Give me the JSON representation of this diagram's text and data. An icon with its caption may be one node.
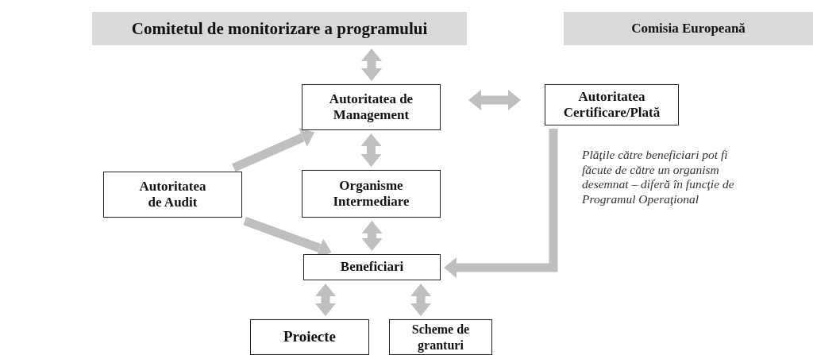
{
  "diagram": {
    "nodes": [
      {
        "text": [
          "Comitetul de monitorizare a programului"
        ]
      },
      {
        "text": [
          "Comisia Europeană"
        ]
      },
      {
        "text": [
          "Autoritatea de Management"
        ]
      },
      {
        "text": [
          "Autoritatea Certificare/Plată"
        ]
      },
      {
        "text": [
          "Autoritatea de Audit"
        ]
      },
      {
        "text": [
          "Organisme Intermediare"
        ]
      },
      {
        "text": [
          "Beneficiari"
        ]
      },
      {
        "text": [
          "Proiecte"
        ]
      },
      {
        "text": [
          "Scheme de granturi"
        ]
      }
    ],
    "edges": [
      {
        "from": 0,
        "to": 2,
        "arrow": "both"
      },
      {
        "from": 2,
        "to": 3,
        "arrow": "both"
      },
      {
        "from": 4,
        "to": 2,
        "arrow": "to"
      },
      {
        "from": 2,
        "to": 5,
        "arrow": "both"
      },
      {
        "from": 4,
        "to": 6,
        "arrow": "to"
      },
      {
        "from": 5,
        "to": 6,
        "arrow": "both"
      },
      {
        "from": 3,
        "to": 6,
        "arrow": "to"
      },
      {
        "from": 6,
        "to": 7,
        "arrow": "both"
      },
      {
        "from": 6,
        "to": 8,
        "arrow": "both"
      }
    ],
    "labels": [
      "Plăţile către beneficiari pot fi făcute de către un organism desemnat – diferă în funcţie de Programul Operaţional"
    ]
  }
}
